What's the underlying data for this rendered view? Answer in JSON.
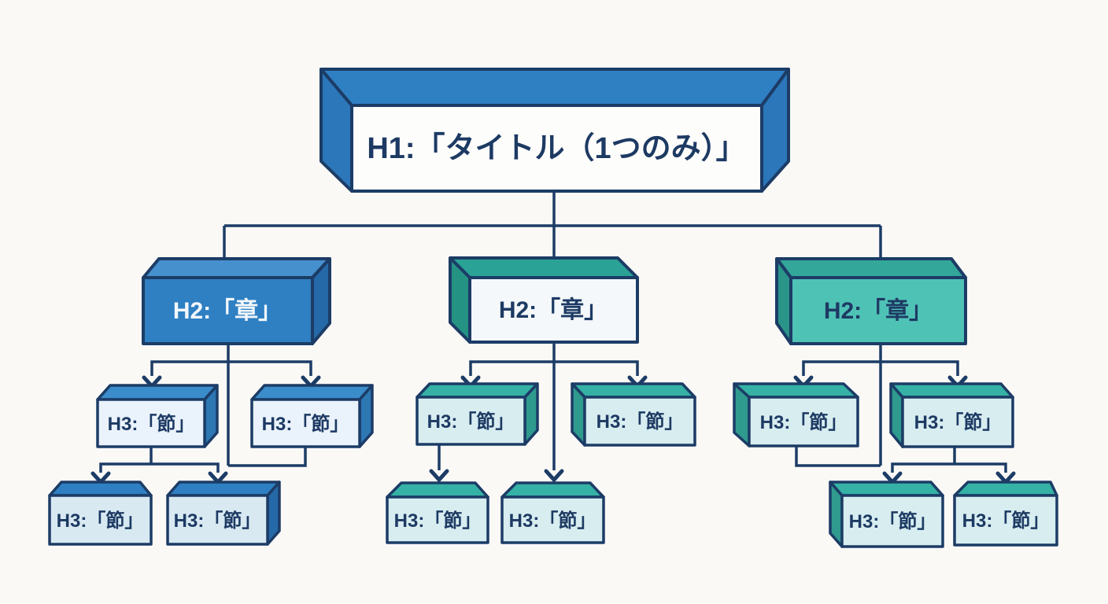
{
  "diagram": {
    "background": "#faf9f6",
    "palette": {
      "outline_navy": "#1c3c66",
      "text_navy": "#1d3a63",
      "text_on_blue": "#f3f7fb",
      "blue": "#2f80c3",
      "blue_top": "#4590cd",
      "blue_side": "#2569a8",
      "teal": "#2aa396",
      "teal_side": "#259384",
      "teal_fill": "#4fc2b6",
      "teal_h3_top": "#35b2a5",
      "pale_blue": "#eaf2fb",
      "pale_cyan": "#d8edf0",
      "pale_blue_cyan": "#d8e9f2",
      "white_box": "#fdfdfb"
    },
    "nodes": {
      "h1": {
        "label": "H1:「タイトル（1つのみ）」"
      },
      "h2": [
        {
          "label": "H2:「章」",
          "style": "blue-filled"
        },
        {
          "label": "H2:「章」",
          "style": "white-front-teal-3d"
        },
        {
          "label": "H2:「章」",
          "style": "teal-filled"
        }
      ],
      "h3": [
        {
          "label": "H3:「節」"
        },
        {
          "label": "H3:「節」"
        },
        {
          "label": "H3:「節」"
        },
        {
          "label": "H3:「節」"
        },
        {
          "label": "H3:「節」"
        },
        {
          "label": "H3:「節」"
        },
        {
          "label": "H3:「節」"
        },
        {
          "label": "H3:「節」"
        },
        {
          "label": "H3:「節」"
        },
        {
          "label": "H3:「節」"
        },
        {
          "label": "H3:「節」"
        },
        {
          "label": "H3:「節」"
        }
      ]
    },
    "hierarchy": {
      "h1_children": 3,
      "h2_arrow_children": [
        2,
        2,
        2
      ],
      "h3_bottom_row_per_group": [
        2,
        2,
        2
      ]
    }
  }
}
